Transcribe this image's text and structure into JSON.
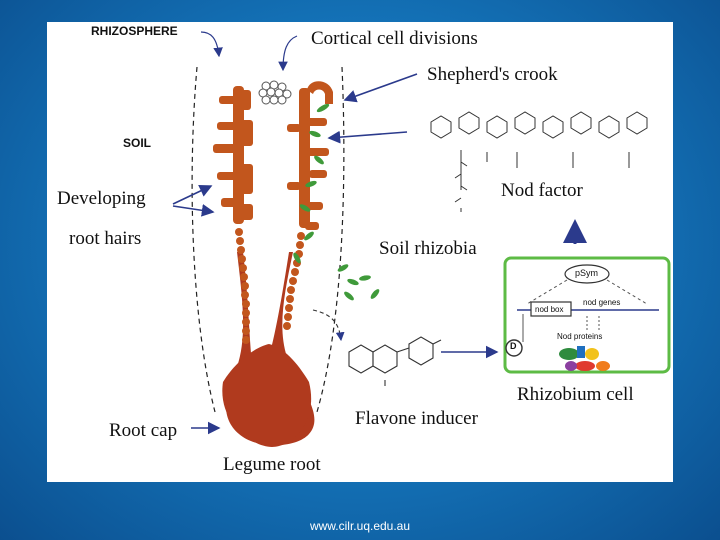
{
  "labels": {
    "rhizosphere": "RHIZOSPHERE",
    "soil": "SOIL",
    "cortical": "Cortical cell divisions",
    "shepherd": "Shepherd's crook",
    "developing": "Developing",
    "root_hairs": "root hairs",
    "nod_factor": "Nod factor",
    "soil_rhizobia": "Soil rhizobia",
    "root_cap": "Root cap",
    "legume_root": "Legume root",
    "flavone": "Flavone inducer",
    "rhizobium_cell": "Rhizobium cell"
  },
  "cell": {
    "psym": "pSym",
    "nod_box": "nod box",
    "nod_genes": "nod genes",
    "nod_proteins": "Nod proteins",
    "d_mark": "D",
    "protein_colors": [
      "#2e8b3e",
      "#1f6fbf",
      "#f2c21b",
      "#e03a2f",
      "#8b3fa0",
      "#f07c1c"
    ]
  },
  "colors": {
    "root": "#b03a1e",
    "root_hair": "#c2561d",
    "rhizobia": "#3f9a3a",
    "cell_border": "#5dbb45",
    "arrow": "#2b3a8c"
  },
  "footer": "www.cilr.uq.edu.au"
}
